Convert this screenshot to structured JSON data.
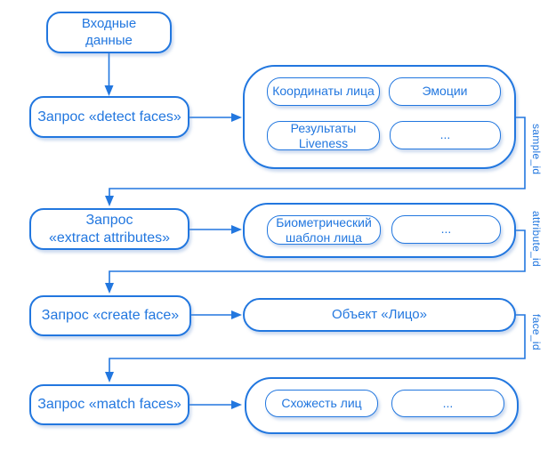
{
  "colors": {
    "accent": "#2277DF",
    "node_fill": "#FFFFFF",
    "shadow": "rgba(110,150,210,0.35)"
  },
  "nodes": {
    "input_data": "Входные\nданные",
    "detect_request": "Запрос «detect faces»",
    "detect_results": [
      "Координаты лица",
      "Эмоции",
      "Результаты\nLiveness",
      "..."
    ],
    "extract_request": "Запрос\n«extract attributes»",
    "extract_results": [
      "Биометрический\nшаблон лица",
      "..."
    ],
    "create_request": "Запрос «create face»",
    "create_result": "Объект «Лицо»",
    "match_request": "Запрос «match faces»",
    "match_results": [
      "Схожесть лиц",
      "..."
    ]
  },
  "edge_labels": {
    "sample": "sample_id",
    "attribute": "attribute_id",
    "face": "face_id"
  }
}
